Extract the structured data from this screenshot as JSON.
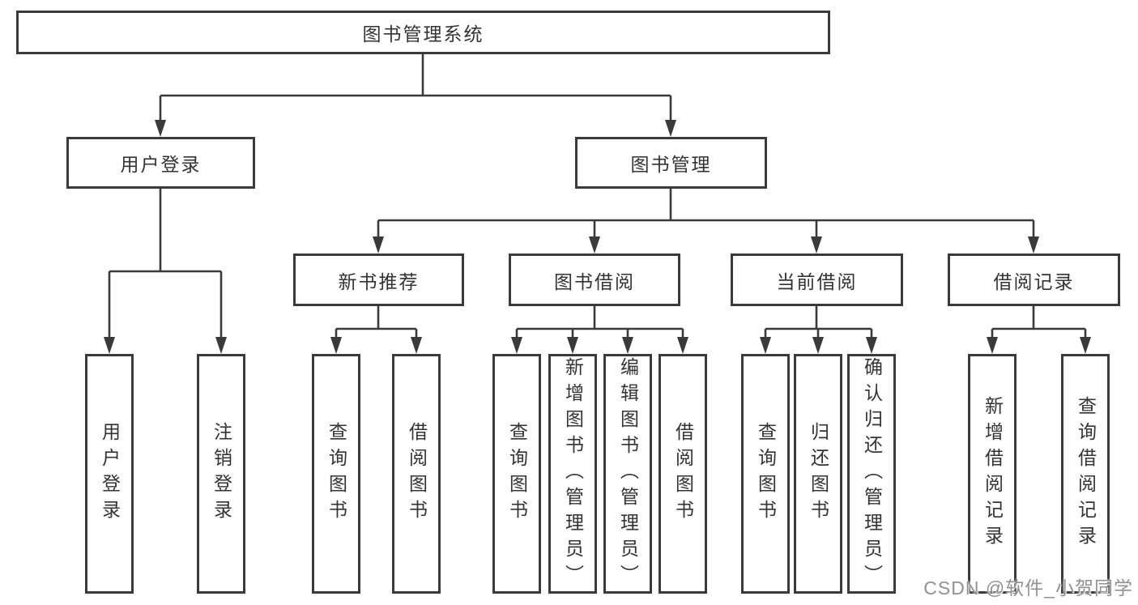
{
  "diagram": {
    "title": "图书管理系统",
    "branches": [
      {
        "label": "用户登录",
        "children": [
          "用户登录",
          "注销登录"
        ]
      },
      {
        "label": "图书管理",
        "children": [
          {
            "label": "新书推荐",
            "children": [
              "查询图书",
              "借阅图书"
            ]
          },
          {
            "label": "图书借阅",
            "children": [
              "查询图书",
              "新增图书（管理员）",
              "编辑图书（管理员）",
              "借阅图书"
            ]
          },
          {
            "label": "当前借阅",
            "children": [
              "查询图书",
              "归还图书",
              "确认归还（管理员）"
            ]
          },
          {
            "label": "借阅记录",
            "children": [
              "新增借阅记录",
              "查询借阅记录"
            ]
          }
        ]
      }
    ]
  },
  "watermark": {
    "text": "CSDN @软件_小贺同学"
  },
  "colors": {
    "line": "#3a3a3a",
    "box_border": "#3a3a3a",
    "text": "#333333",
    "watermark_text": "#919191",
    "background": "#ffffff"
  }
}
